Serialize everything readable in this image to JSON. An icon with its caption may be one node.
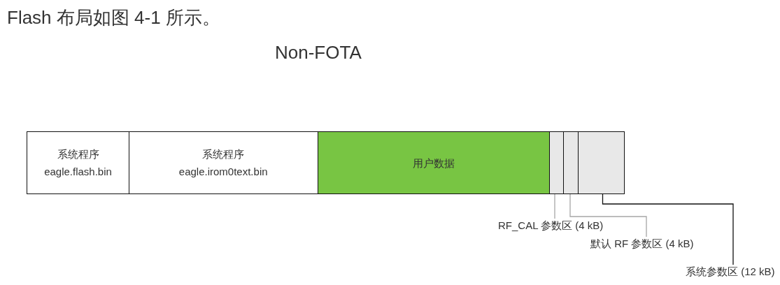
{
  "diagram": {
    "title": "Non-FOTA",
    "nodes": [
      {
        "text": [
          "系统程序",
          "eagle.flash.bin"
        ]
      },
      {
        "text": [
          "系统程序",
          "eagle.irom0text.bin"
        ]
      },
      {
        "text": [
          "用户数据"
        ]
      },
      {
        "text": [],
        "shape": "box"
      },
      {
        "text": [],
        "shape": "box"
      },
      {
        "text": [],
        "shape": "box"
      },
      {
        "text": [
          "RF_CAL 参数区 (4 kB)"
        ]
      },
      {
        "text": [
          "默认 RF 参数区 (4 kB)"
        ]
      },
      {
        "text": [
          "系统参数区 (12 kB)"
        ]
      }
    ],
    "edges": [
      {
        "from": 6,
        "to": 3,
        "arrow": "none",
        "color": "#a6a6a6"
      },
      {
        "from": 7,
        "to": 4,
        "arrow": "none",
        "color": "#a6a6a6"
      },
      {
        "from": 8,
        "to": 5,
        "arrow": "none",
        "color": "#111111"
      }
    ],
    "labels": [
      "Flash 布局如图 4-1 所示。"
    ]
  }
}
